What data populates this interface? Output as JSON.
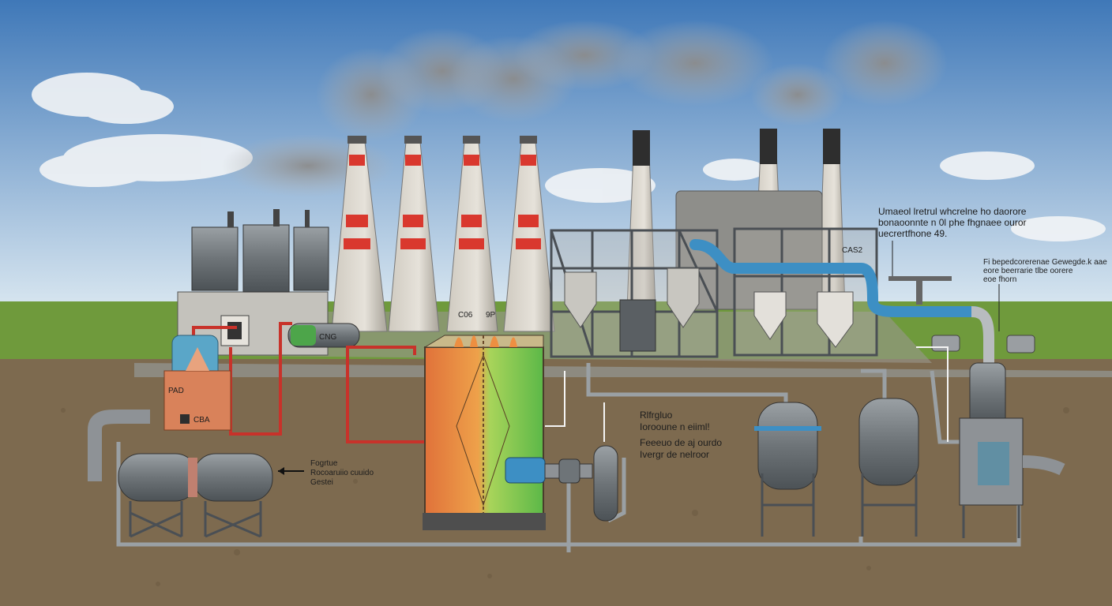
{
  "labels": {
    "top_right_note": [
      "Umaeol lretrul whcrelne ho daorore",
      "bonaoonnte n 0l phe fhgnaee ouror",
      "uecrertfhone 49."
    ],
    "right_note": [
      "Fi bepedcorerenae Gewegde.k aae",
      "eore beerrarie tlbe oorere",
      "eoe fhorn"
    ],
    "stack_tags": [
      "C06",
      "9P"
    ],
    "tank_tags": [
      "PAD",
      "CBA"
    ],
    "left_note": [
      "Fogrtue",
      "Rocoaruiio cuuido",
      "Gestei"
    ],
    "center_note": [
      "Rlfrgluo",
      "Iorooune n eiiml!",
      "Feeeuo de aj ourdo",
      "Ivergr de nelroor"
    ],
    "pipe_tag": "CAS2",
    "compressor_tag": "CNG"
  },
  "colors": {
    "sky_top": "#3f78b8",
    "sky_bottom": "#cfe2f0",
    "grass": "#6f9a3c",
    "soil": "#7d6a4f",
    "stack_red": "#d9382e",
    "pipe_blue": "#3d8fc4",
    "pipe_red": "#c8322a",
    "reactor_orange": "#e0723a",
    "reactor_green": "#6dbf4a",
    "tank_copper": "#d9825a",
    "tank_blue": "#5aa6c8"
  }
}
